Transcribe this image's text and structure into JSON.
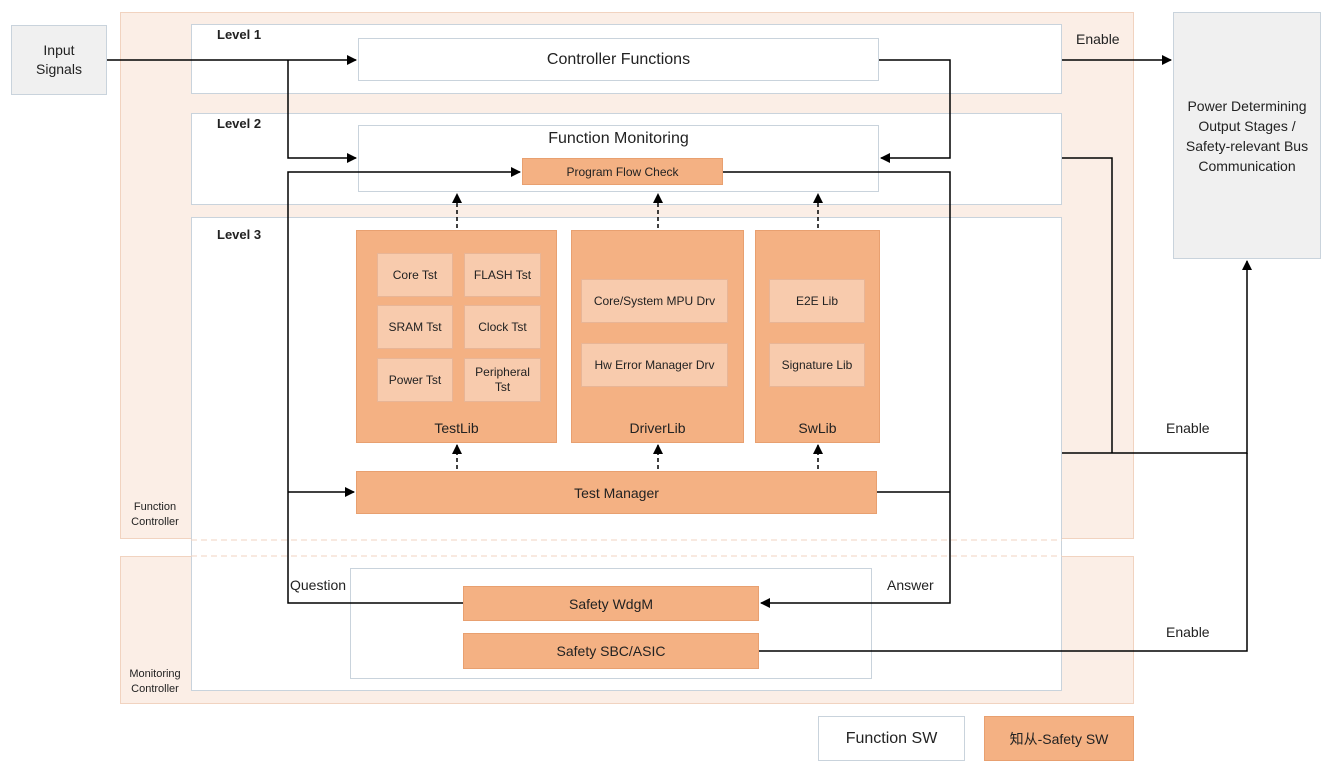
{
  "input_signals": "Input\nSignals",
  "output_box": "Power Determining Output Stages / Safety-relevant Bus Communication",
  "function_controller_label": "Function\nController",
  "monitoring_controller_label": "Monitoring\nController",
  "levels": {
    "level1": "Level 1",
    "level2": "Level 2",
    "level3": "Level 3"
  },
  "controller_functions": "Controller Functions",
  "function_monitoring": "Function Monitoring",
  "program_flow_check": "Program Flow Check",
  "testlib": {
    "title": "TestLib",
    "items": [
      "Core Tst",
      "FLASH Tst",
      "SRAM Tst",
      "Clock Tst",
      "Power Tst",
      "Peripheral Tst"
    ]
  },
  "driverlib": {
    "title": "DriverLib",
    "items": [
      "Core/System MPU Drv",
      "Hw Error Manager Drv"
    ]
  },
  "swlib": {
    "title": "SwLib",
    "items": [
      "E2E Lib",
      "Signature Lib"
    ]
  },
  "test_manager": "Test Manager",
  "question": "Question",
  "answer": "Answer",
  "safety_wdgm": "Safety WdgM",
  "safety_sbc": "Safety SBC/ASIC",
  "enable_labels": [
    "Enable",
    "Enable",
    "Enable"
  ],
  "legend": {
    "function_sw": "Function SW",
    "safety_sw": "知从-Safety SW"
  },
  "colors": {
    "orange": "#f4b183",
    "light_orange": "#f8cbad",
    "region": "#fbeee6"
  }
}
